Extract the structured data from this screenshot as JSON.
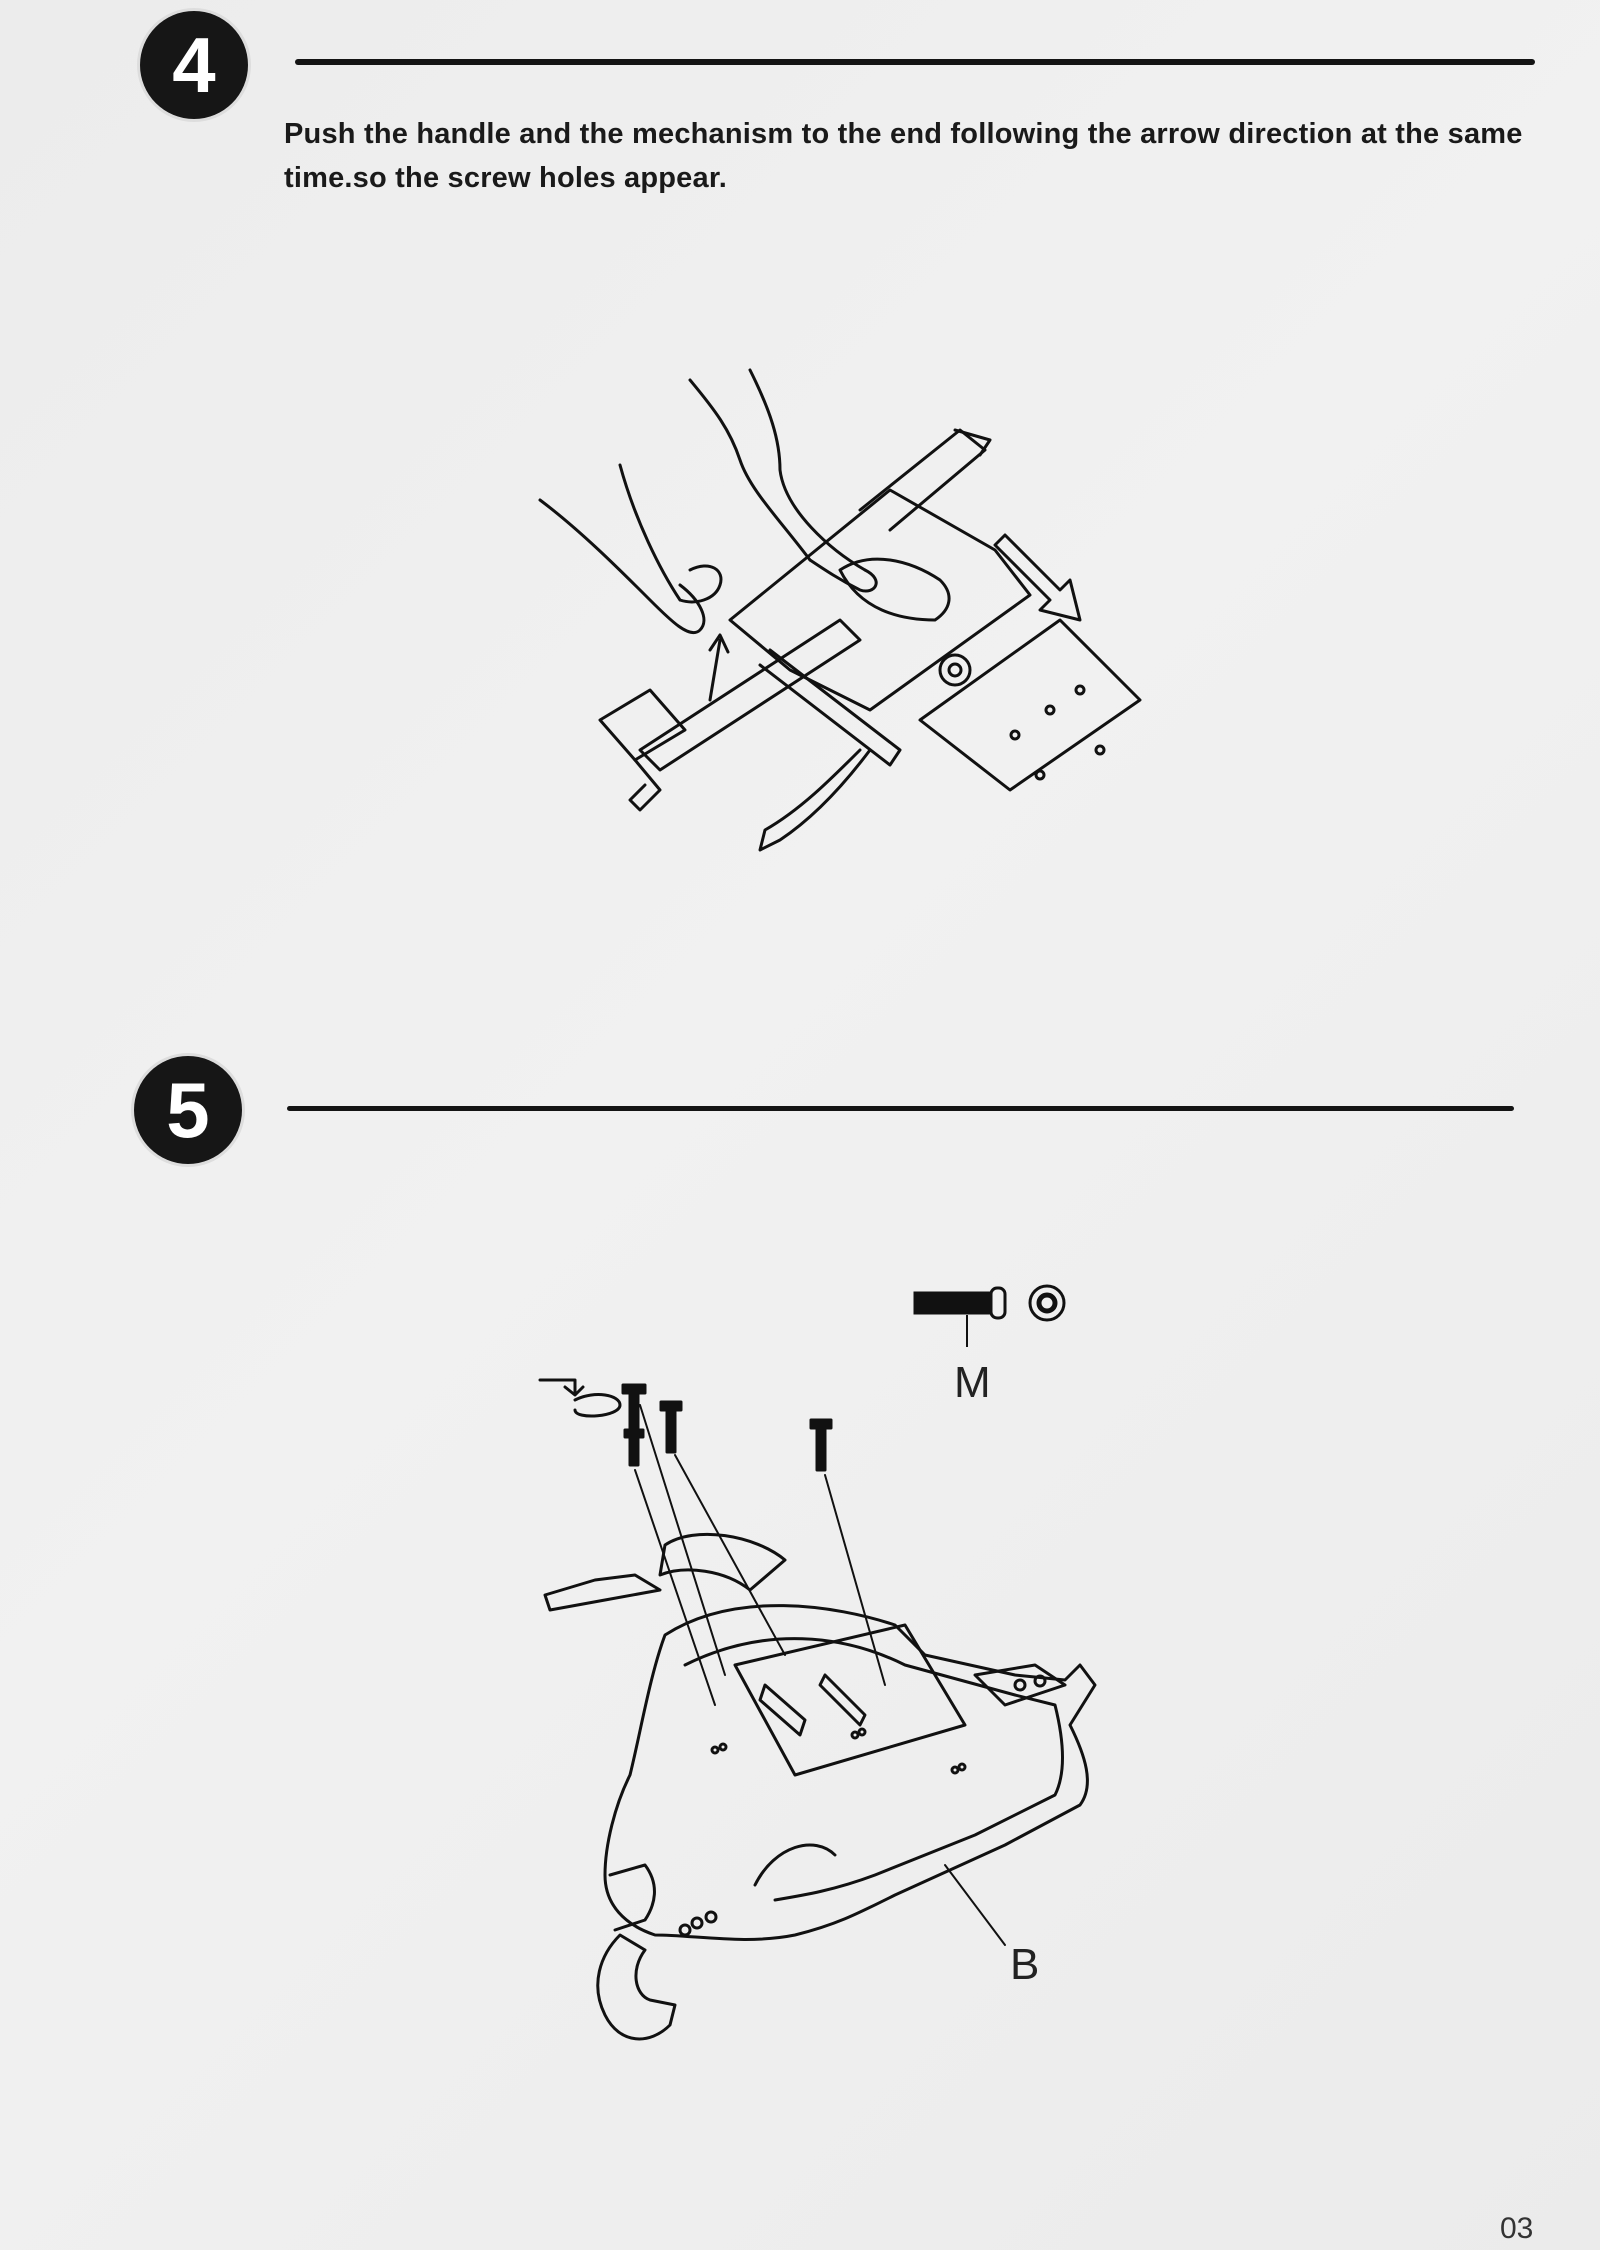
{
  "steps": [
    {
      "number": "4",
      "instruction": "Push the handle and the mechanism to the end following the arrow direction at the same time.so the screw holes appear."
    },
    {
      "number": "5",
      "parts": {
        "screw_label": "M",
        "plate_label": "B"
      }
    }
  ],
  "page_number": "03"
}
